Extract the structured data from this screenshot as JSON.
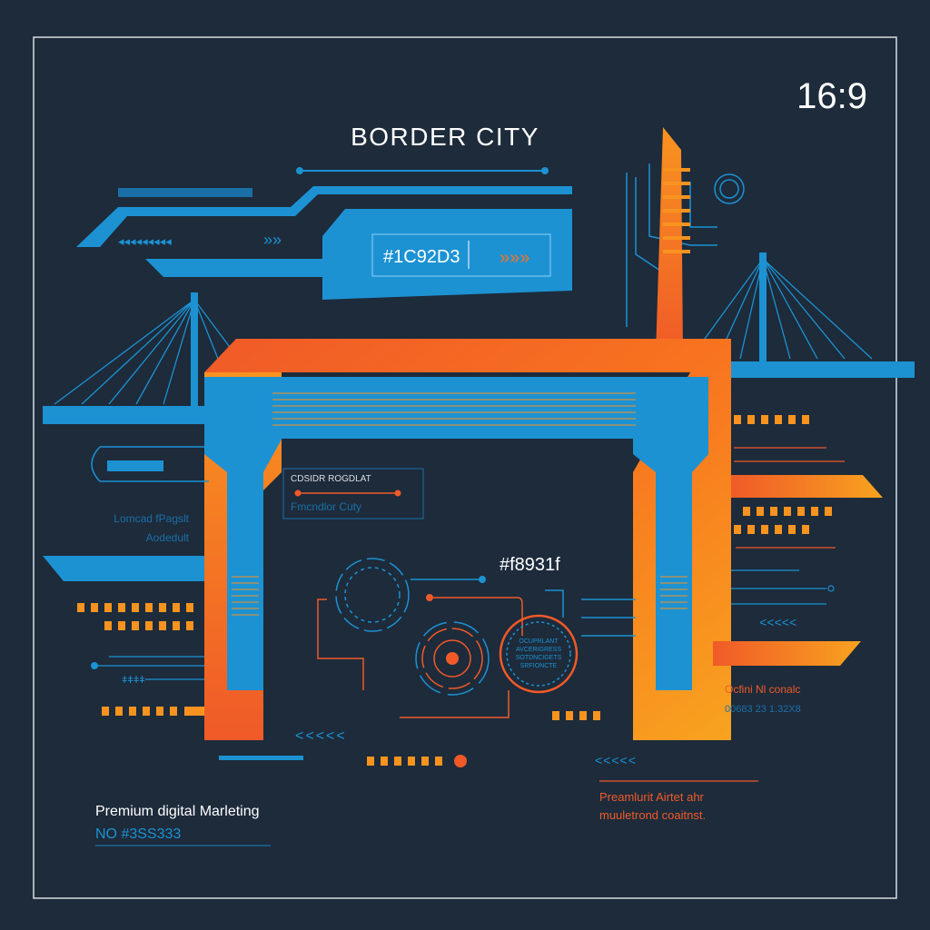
{
  "aspect_label": "16:9",
  "title": "BORDER CITY",
  "blue_tag": {
    "hex": "#1C92D3",
    "arrows": "»»»"
  },
  "left_arrows": "◂◂◂◂◂◂◂◂◂",
  "mid_arrows": "»»",
  "panel": {
    "line1": "CDSIDR ROGDLAT",
    "line2": "Fmcndlor Cuty"
  },
  "left_caption": {
    "line1": "Lomcad fPagslt",
    "line2": "Aodedult"
  },
  "orange_hex": "#f8931f",
  "circle_text": [
    "OCUPRLANT",
    "AVCERIGRESS",
    "SOTDNCIGETS",
    "SRFIONCTE"
  ],
  "right_caption": {
    "line1": "Ocfini Nl conalc",
    "line2": "00683 23 1.32X8"
  },
  "bottom_left": {
    "line1": "Premium digital Marleting",
    "line2": "NO #3SS333"
  },
  "bottom_right": {
    "line1": "Preamlurit Airtet ahr",
    "line2": "muuletrond coaitnst."
  },
  "chevrons_left": "<<<<<",
  "chevrons_right": "<<<<<",
  "small_ticks": "ǂǂǂǂ",
  "colors": {
    "background": "#1d2b3b",
    "blue": "#1c92d3",
    "orange": "#f8931f",
    "orange_dark": "#f05a28",
    "white": "#ffffff"
  }
}
